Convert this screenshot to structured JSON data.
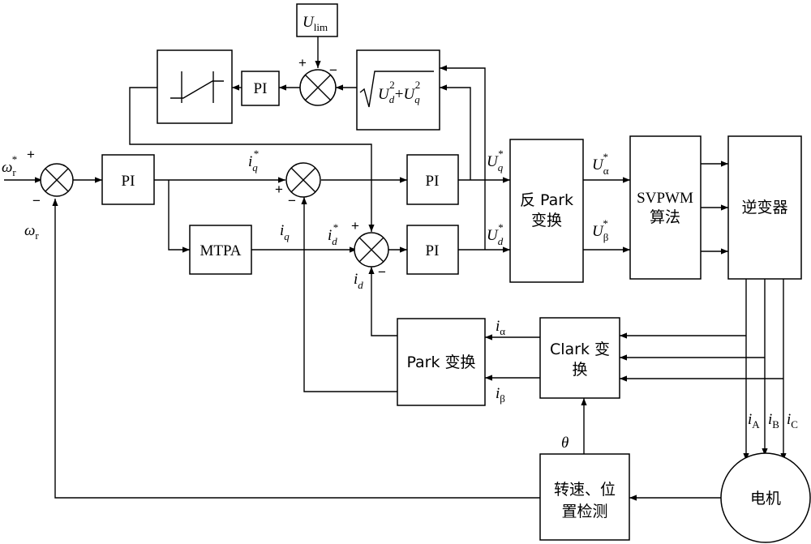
{
  "blocks": {
    "u_lim": {
      "label": "U",
      "sub": "lim"
    },
    "pi_top": "PI",
    "pi_speed": "PI",
    "pi_q": "PI",
    "pi_d": "PI",
    "mtpa": "MTPA",
    "inv_park": {
      "line1": "反 Park",
      "line2": "变换"
    },
    "svpwm": {
      "line1": "SVPWM",
      "line2": "算法"
    },
    "inverter": "逆变器",
    "clark": {
      "line1": "Clark 变",
      "line2": "换"
    },
    "park": "Park 变换",
    "speed_pos": {
      "line1": "转速、位",
      "line2": "置检测"
    },
    "motor": "电机"
  },
  "labels": {
    "omega_ref": {
      "base": "ω",
      "sub": "r",
      "sup": "*"
    },
    "omega_fb": {
      "base": "ω",
      "sub": "r"
    },
    "iq_ref": {
      "base": "i",
      "sub": "q",
      "sup": "*"
    },
    "iq": {
      "base": "i",
      "sub": "q"
    },
    "id_ref": {
      "base": "i",
      "sub": "d",
      "sup": "*"
    },
    "id": {
      "base": "i",
      "sub": "d"
    },
    "uq_ref": {
      "base": "U",
      "sub": "q",
      "sup": "*"
    },
    "ud_ref": {
      "base": "U",
      "sub": "d",
      "sup": "*"
    },
    "ualpha_ref": {
      "base": "U",
      "sub": "α",
      "sup": "*"
    },
    "ubeta_ref": {
      "base": "U",
      "sub": "β",
      "sup": "*"
    },
    "ialpha": {
      "base": "i",
      "sub": "α"
    },
    "ibeta": {
      "base": "i",
      "sub": "β"
    },
    "ia": {
      "base": "i",
      "sub": "A"
    },
    "ib": {
      "base": "i",
      "sub": "B"
    },
    "ic": {
      "base": "i",
      "sub": "C"
    },
    "theta": "θ",
    "sqrt_u": {
      "b1": "U",
      "s1": "d",
      "p1": "2",
      "plus": "+",
      "b2": "U",
      "s2": "q",
      "p2": "2"
    }
  },
  "signs": {
    "plus": "+",
    "minus": "−"
  }
}
